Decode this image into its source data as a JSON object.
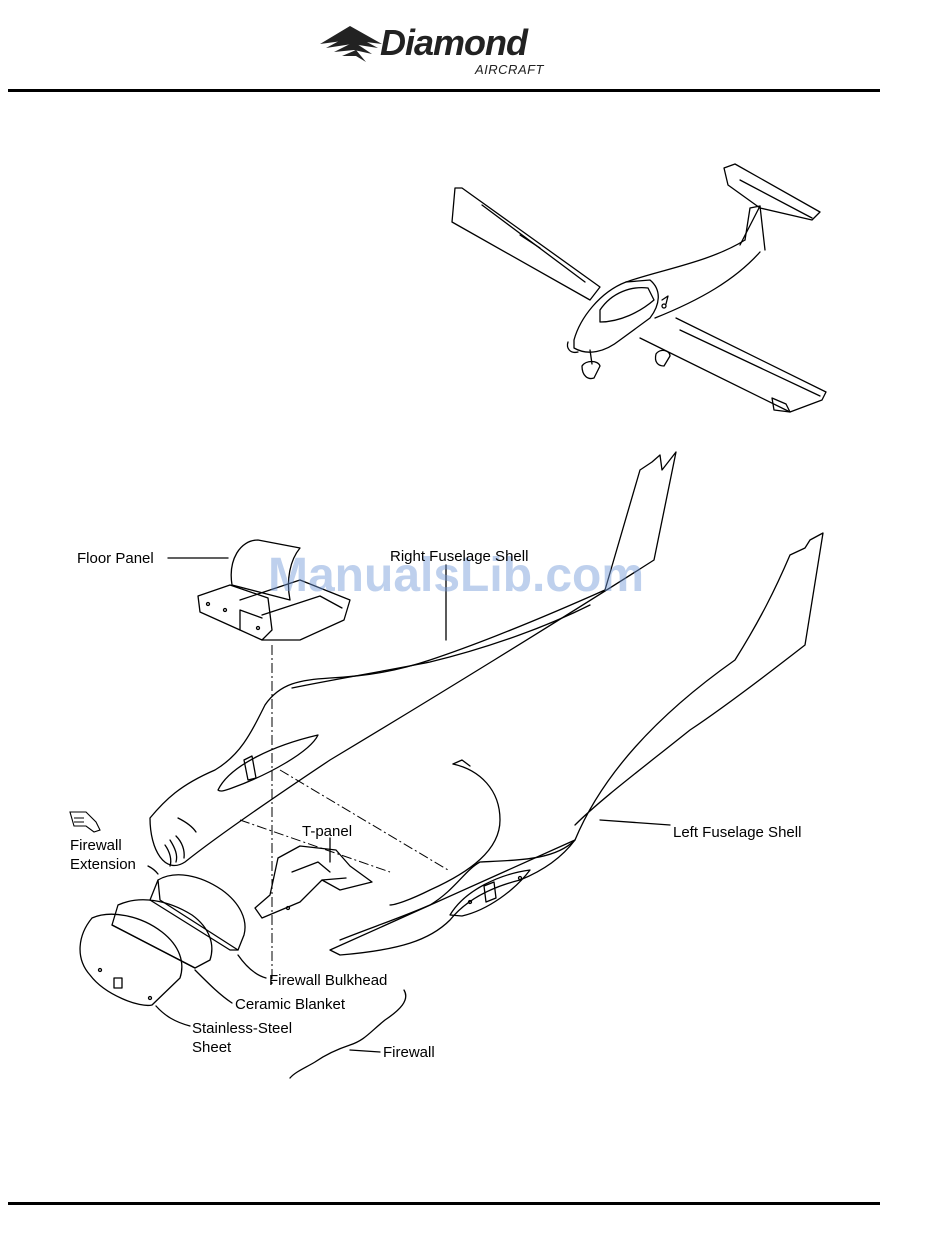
{
  "header": {
    "brand_name": "Diamond",
    "brand_sub": "AIRCRAFT"
  },
  "watermark": "ManualsLib.com",
  "labels": {
    "floor_panel": "Floor Panel",
    "right_fuselage_shell": "Right Fuselage Shell",
    "left_fuselage_shell": "Left Fuselage Shell",
    "t_panel": "T-panel",
    "firewall_extension_line1": "Firewall",
    "firewall_extension_line2": "Extension",
    "firewall_bulkhead": "Firewall Bulkhead",
    "ceramic_blanket": "Ceramic Blanket",
    "stainless_steel_line1": "Stainless-Steel",
    "stainless_steel_line2": "Sheet",
    "firewall": "Firewall"
  },
  "icons": {
    "pointing_hand": "hand-pointer-icon",
    "logo_mark": "diamond-wing-icon"
  }
}
